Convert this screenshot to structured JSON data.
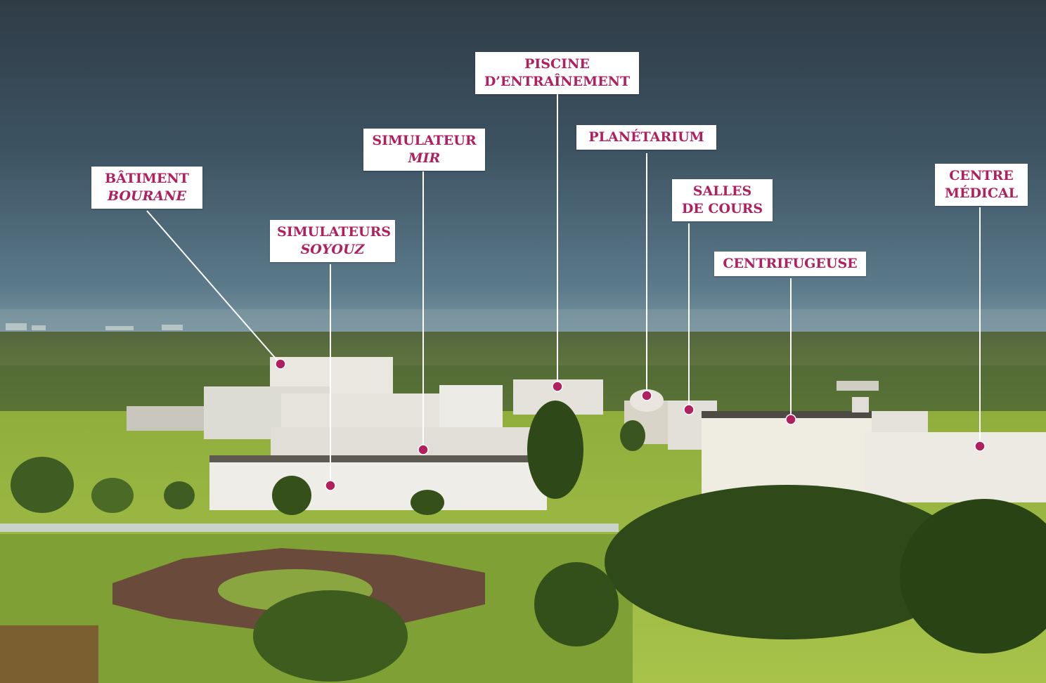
{
  "colors": {
    "label_text": "#b0205e",
    "label_background": "#ffffff",
    "marker": "#b0205e",
    "leader_line": "#ffffff"
  },
  "labels": {
    "bourane": {
      "line1": "BÂTIMENT",
      "line2": "BOURANE"
    },
    "soyouz": {
      "line1": "SIMULATEURS",
      "line2": "SOYOUZ"
    },
    "mir": {
      "line1": "SIMULATEUR",
      "line2": "MIR"
    },
    "piscine": {
      "line1": "PISCINE",
      "line2": "D’ENTRAÎNEMENT"
    },
    "planetarium": {
      "line1": "PLANÉTARIUM"
    },
    "salles": {
      "line1": "SALLES",
      "line2": "DE COURS"
    },
    "centrifugeuse": {
      "line1": "CENTRIFUGEUSE"
    },
    "medical": {
      "line1": "CENTRE",
      "line2": "MÉDICAL"
    }
  }
}
